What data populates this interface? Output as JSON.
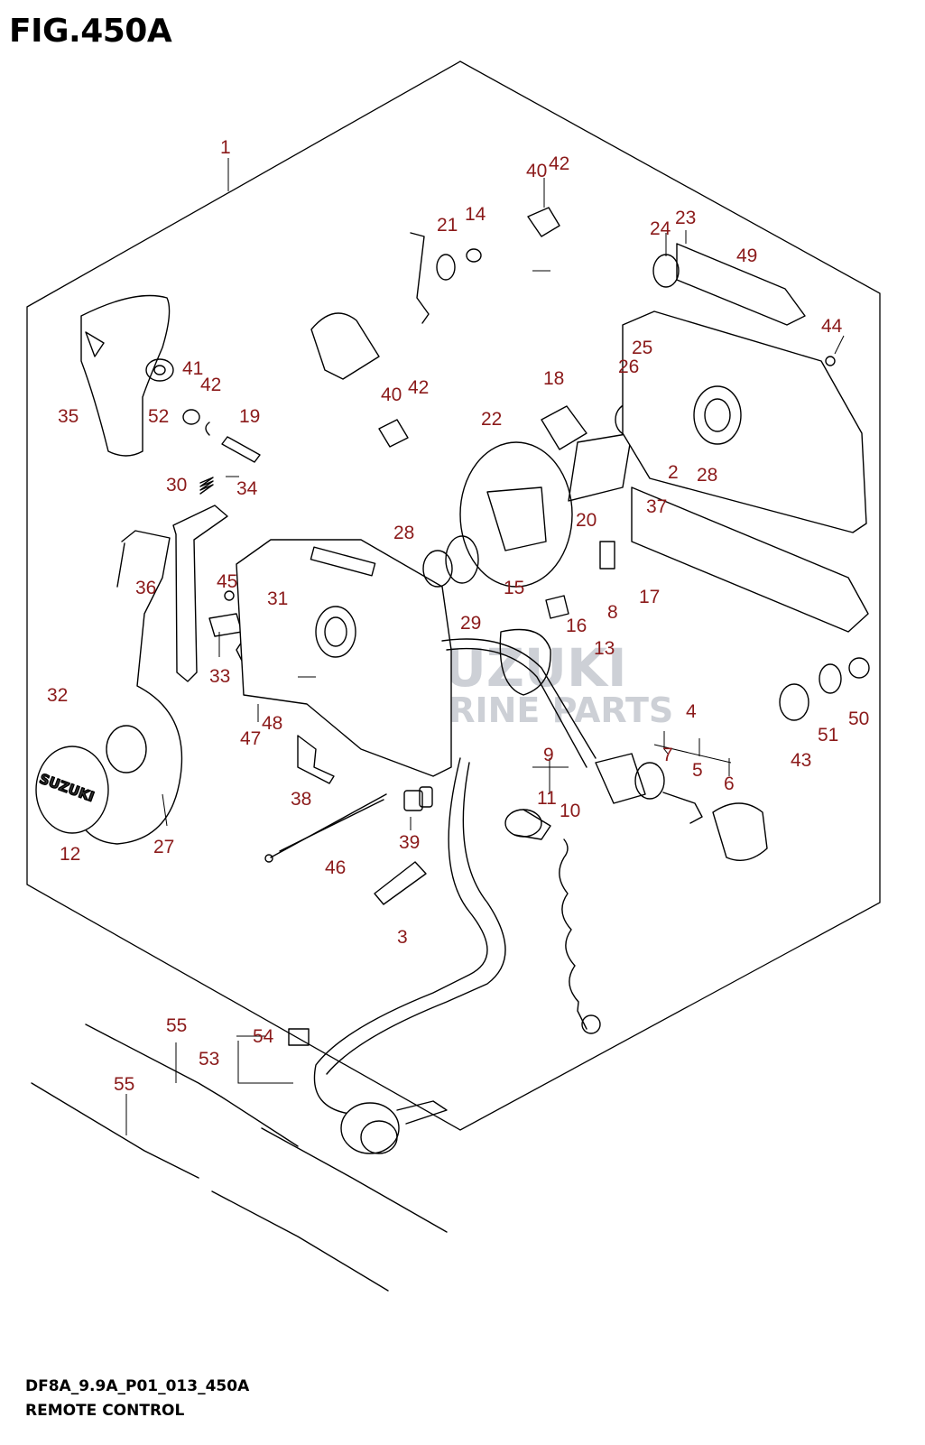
{
  "figure": {
    "title": "FIG.450A",
    "code": "DF8A_9.9A_P01_013_450A",
    "caption": "REMOTE CONTROL"
  },
  "watermark": {
    "line1": "SUZUKI",
    "line2": "MARINE PARTS"
  },
  "logo_text": "SUZUKI",
  "callouts": {
    "c1": "1",
    "c2": "2",
    "c3": "3",
    "c4": "4",
    "c5": "5",
    "c6": "6",
    "c7": "7",
    "c8": "8",
    "c9": "9",
    "c10": "10",
    "c11": "11",
    "c12": "12",
    "c13": "13",
    "c14": "14",
    "c15": "15",
    "c16": "16",
    "c17": "17",
    "c18": "18",
    "c19": "19",
    "c20": "20",
    "c21": "21",
    "c22": "22",
    "c23": "23",
    "c24": "24",
    "c25": "25",
    "c26": "26",
    "c27": "27",
    "c28a": "28",
    "c28b": "28",
    "c29": "29",
    "c30": "30",
    "c31": "31",
    "c32": "32",
    "c33": "33",
    "c34": "34",
    "c35": "35",
    "c36": "36",
    "c37": "37",
    "c38": "38",
    "c39": "39",
    "c40a": "40",
    "c40b": "40",
    "c41": "41",
    "c42a": "42",
    "c42b": "42",
    "c42c": "42",
    "c43": "43",
    "c44": "44",
    "c45": "45",
    "c46": "46",
    "c47": "47",
    "c48": "48",
    "c49": "49",
    "c50": "50",
    "c51": "51",
    "c52": "52",
    "c53": "53",
    "c54": "54",
    "c55a": "55",
    "c55b": "55"
  },
  "colors": {
    "callout": "#8b1a1a",
    "line": "#000000",
    "watermark": "#c8ccd2"
  }
}
